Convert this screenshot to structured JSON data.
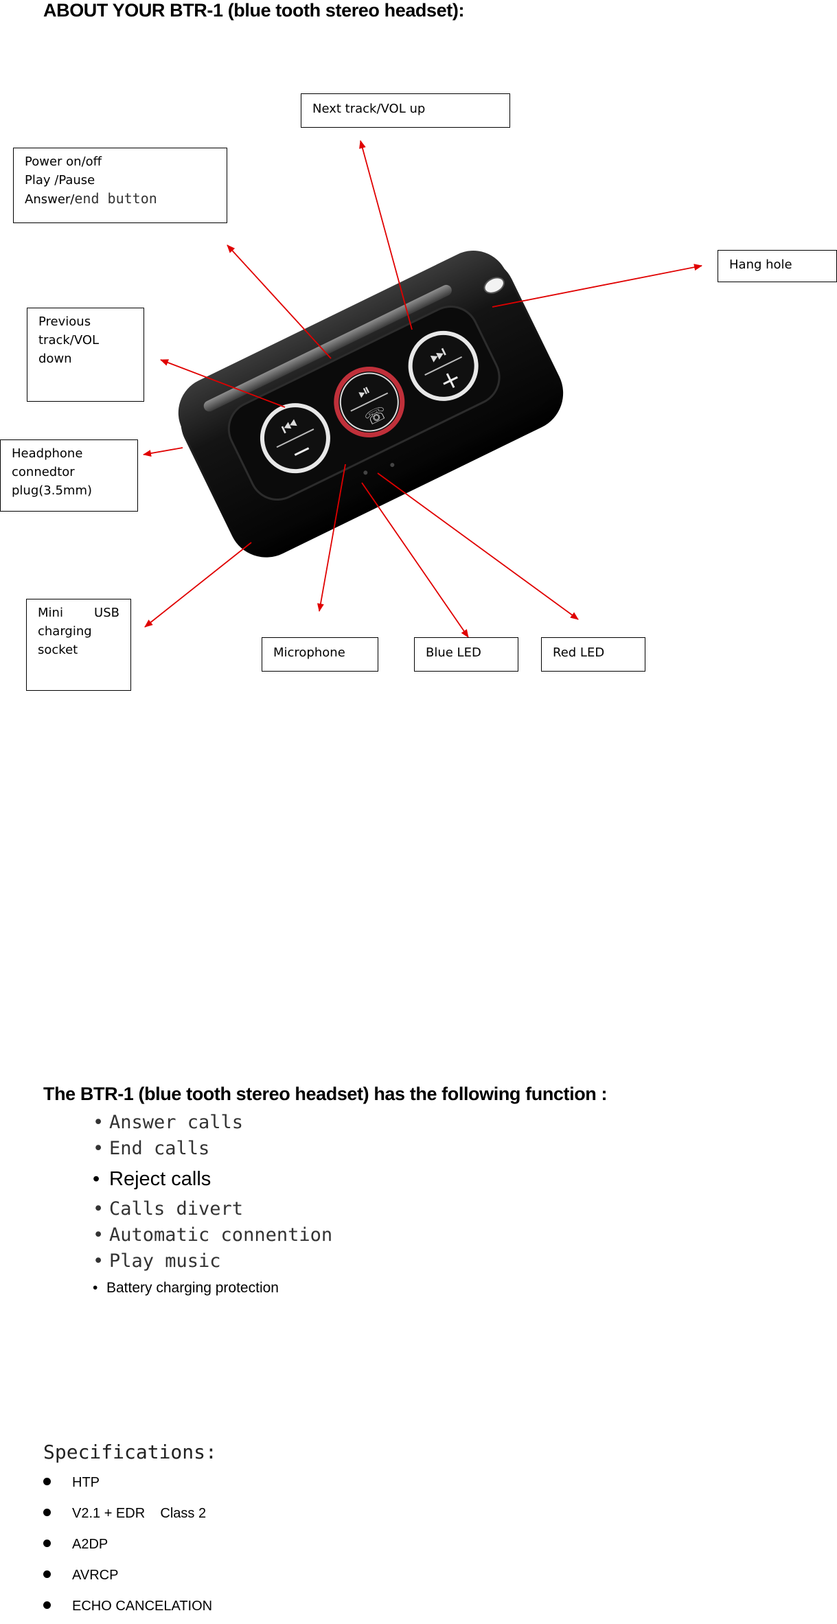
{
  "title": "ABOUT YOUR BTR-1 (blue tooth stereo headset):",
  "callouts": {
    "power": {
      "line1": "Power on/off",
      "line2": "Play /Pause",
      "line3_prefix": "Answer/",
      "line3_mono": "end button"
    },
    "next_track": "Next track/VOL up",
    "hang_hole": "Hang hole",
    "previous": {
      "line1": "Previous",
      "line2": "track/VOL",
      "line3": "down"
    },
    "headphone": {
      "line1": "Headphone",
      "line2": "connedtor",
      "line3": "plug(3.5mm)"
    },
    "usb": {
      "line1": "Mini USB",
      "line2": "charging",
      "line3": "socket"
    },
    "microphone": "Microphone",
    "blue_led": "Blue LED",
    "red_led": "Red LED"
  },
  "functions": {
    "heading": "The BTR-1 (blue tooth stereo headset) has the following function :",
    "items": [
      "Answer calls",
      "End calls",
      "Reject calls",
      "Calls divert",
      "Automatic connention",
      "Play music",
      "Battery charging protection"
    ]
  },
  "specs": {
    "heading": "Specifications:",
    "items": [
      "HTP",
      "V2.1 + EDR    Class 2",
      "A2DP",
      "AVRCP",
      "ECHO CANCELATION"
    ]
  },
  "colors": {
    "arrow": "#e00000",
    "device_body": "#151515",
    "center_button_ring": "#c0303a"
  }
}
